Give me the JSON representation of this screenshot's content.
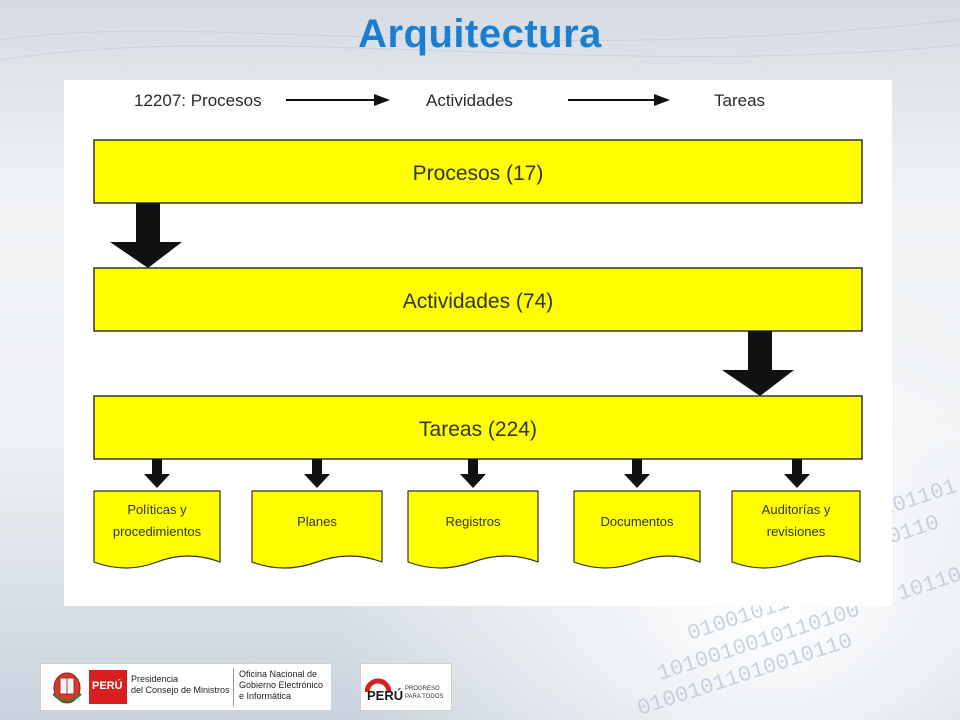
{
  "slide": {
    "title": "Arquitectura"
  },
  "diagram": {
    "flow_header": {
      "prefix": "12207: Procesos",
      "middle": "Actividades",
      "end": "Tareas"
    },
    "bars": [
      {
        "label": "Procesos (17)"
      },
      {
        "label": "Actividades (74)"
      },
      {
        "label": "Tareas (224)"
      }
    ],
    "documents": [
      {
        "line1": "Políticas  y",
        "line2": "procedimientos"
      },
      {
        "line1": "Planes",
        "line2": ""
      },
      {
        "line1": "Registros",
        "line2": ""
      },
      {
        "line1": "Documentos",
        "line2": ""
      },
      {
        "line1": "Auditorías  y",
        "line2": "revisiones"
      }
    ],
    "colors": {
      "bar_fill": "#ffff00",
      "bar_stroke": "#333333",
      "arrow": "#111111"
    }
  },
  "footer": {
    "peru_badge": "PERÚ",
    "pcm_line1": "Presidencia",
    "pcm_line2": "del Consejo de Ministros",
    "ongei_line1": "Oficina Nacional de",
    "ongei_line2": "Gobierno Electrónico",
    "ongei_line3": "e Informática",
    "progreso_main": "PERÚ",
    "progreso_sub1": "PROGRESO",
    "progreso_sub2": "PARA TODOS"
  }
}
